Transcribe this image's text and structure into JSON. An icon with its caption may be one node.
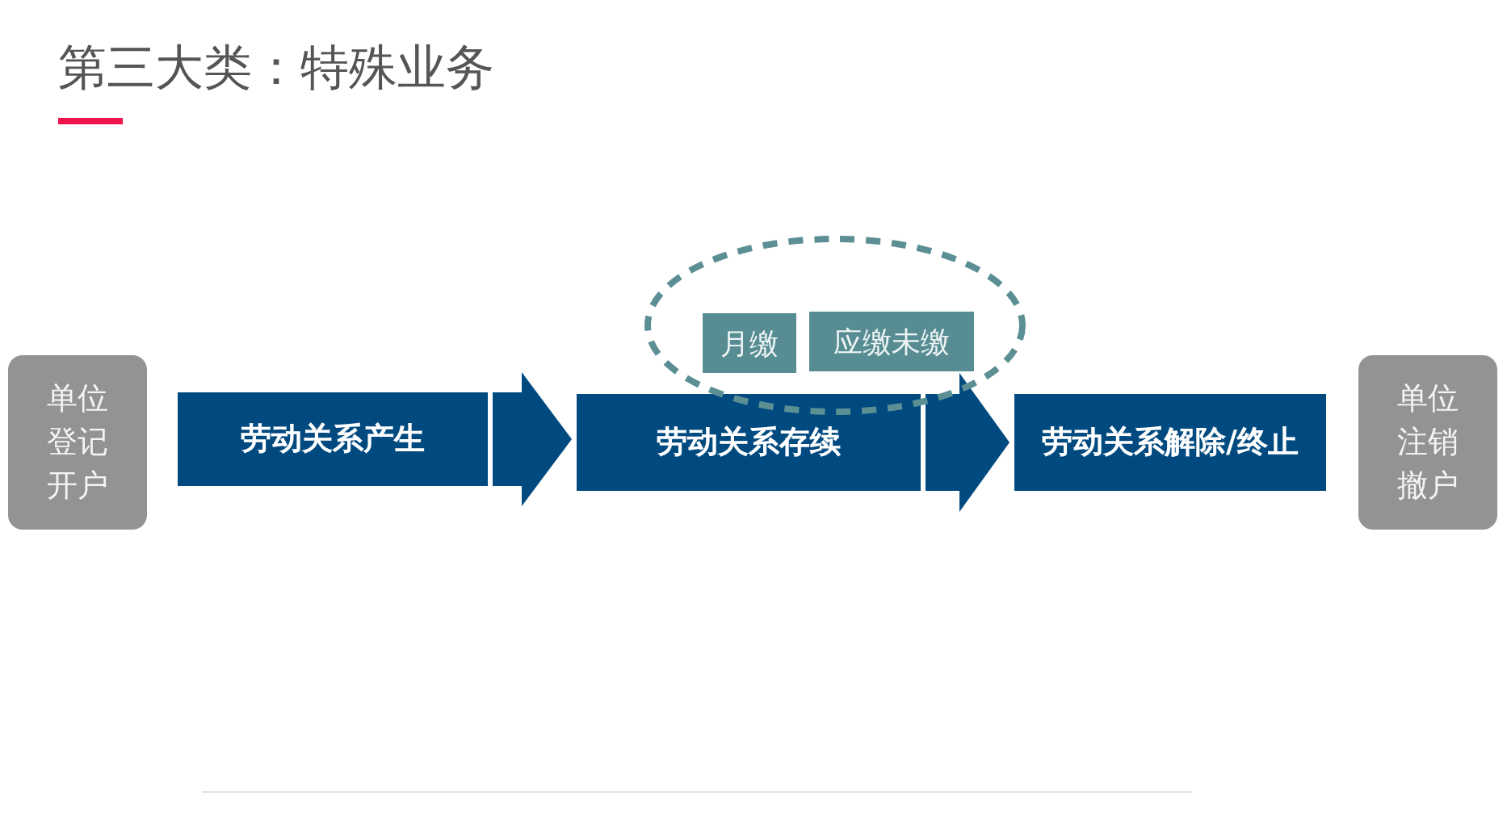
{
  "diagram": {
    "title": "第三大类：特殊业务",
    "nodes": [
      {
        "text": [
          "单位登记开户"
        ]
      },
      {
        "text": [
          "劳动关系产生"
        ]
      },
      {
        "text": [],
        "shape": "ellipse"
      },
      {
        "text": [
          "月缴"
        ],
        "in": 2
      },
      {
        "text": [
          "应缴未缴"
        ],
        "in": 2
      },
      {
        "text": [
          "劳动关系存续"
        ]
      },
      {
        "text": [
          "劳动关系解除/终止"
        ]
      },
      {
        "text": [
          "单位注销撤户"
        ]
      }
    ],
    "edges": [
      {
        "from": 1,
        "to": 5,
        "arrow": "to"
      },
      {
        "from": 5,
        "to": 6,
        "arrow": "to"
      }
    ]
  }
}
